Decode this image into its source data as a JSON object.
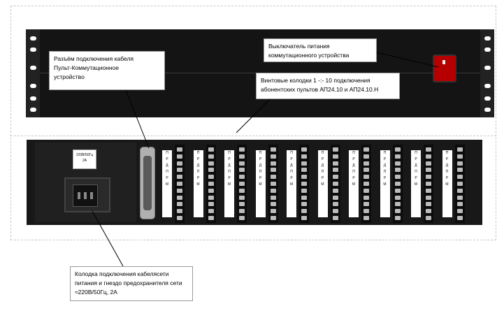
{
  "annotations": {
    "cable_connector": {
      "line1": "Разъём подключения кабеля",
      "line2": "Пульт-Коммутационное",
      "line3": "устройство"
    },
    "power_switch": {
      "line1": "Выключатель питания",
      "line2": "коммутационного устройства"
    },
    "screw_terminals": {
      "line1": "Винтовые колодки 1 -:- 10 подключения",
      "line2": "абонентских пультов АП24.10 и АП24.10.Н"
    },
    "power_socket": {
      "line1": "Колодка подключения кабелясети",
      "line2": "питания и гнездо предохранителя сети",
      "line3": "≈220В/50Гц, 2А"
    }
  },
  "device": {
    "fuse_label_line1": "220В/50Гц",
    "fuse_label_line2": "2А",
    "terminal_label_letters": [
      "П",
      "Р",
      "Д",
      "П",
      "Р",
      "М"
    ]
  }
}
